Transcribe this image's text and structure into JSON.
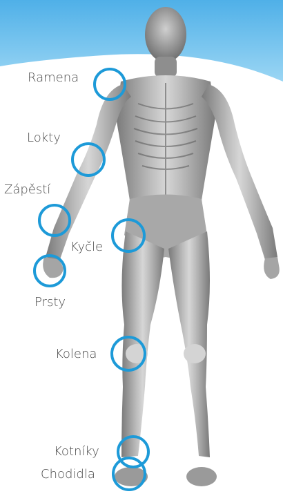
{
  "colors": {
    "banner_top": "#5bb6ea",
    "banner_bottom": "#8fd0f3",
    "ring": "#1d9ad8",
    "label_text": "#4a4a4a",
    "body_dark": "#555555",
    "body_light": "#c9c9c9"
  },
  "joints": [
    {
      "id": "shoulders",
      "label": "Ramena"
    },
    {
      "id": "elbows",
      "label": "Lokty"
    },
    {
      "id": "wrists",
      "label": "Zápěstí"
    },
    {
      "id": "hips",
      "label": "Kyčle"
    },
    {
      "id": "fingers",
      "label": "Prsty"
    },
    {
      "id": "knees",
      "label": "Kolena"
    },
    {
      "id": "ankles",
      "label": "Kotníky"
    },
    {
      "id": "feet",
      "label": "Chodidla"
    }
  ]
}
